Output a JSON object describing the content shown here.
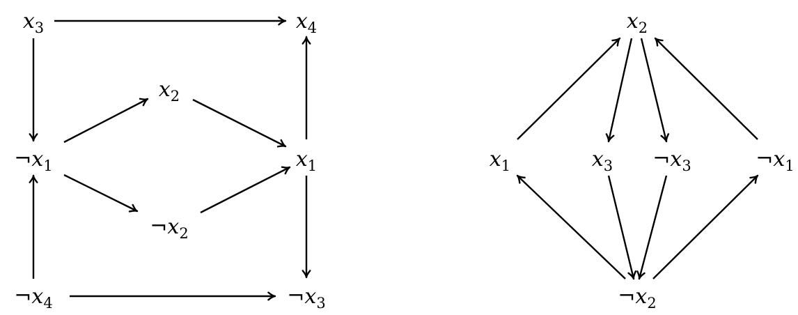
{
  "graphs": [
    {
      "nodes": [
        {
          "id": "x3",
          "negated": false,
          "variable": "x",
          "subscript": "3"
        },
        {
          "id": "x4",
          "negated": false,
          "variable": "x",
          "subscript": "4"
        },
        {
          "id": "x2",
          "negated": false,
          "variable": "x",
          "subscript": "2"
        },
        {
          "id": "nx1",
          "negated": true,
          "variable": "x",
          "subscript": "1"
        },
        {
          "id": "x1",
          "negated": false,
          "variable": "x",
          "subscript": "1"
        },
        {
          "id": "nx2",
          "negated": true,
          "variable": "x",
          "subscript": "2"
        },
        {
          "id": "nx4",
          "negated": true,
          "variable": "x",
          "subscript": "4"
        },
        {
          "id": "nx3",
          "negated": true,
          "variable": "x",
          "subscript": "3"
        }
      ],
      "edges": [
        {
          "from": "x3",
          "to": "x4"
        },
        {
          "from": "x3",
          "to": "nx1"
        },
        {
          "from": "nx1",
          "to": "x2"
        },
        {
          "from": "nx1",
          "to": "nx2"
        },
        {
          "from": "x2",
          "to": "x1"
        },
        {
          "from": "nx2",
          "to": "x1"
        },
        {
          "from": "x1",
          "to": "x4"
        },
        {
          "from": "x1",
          "to": "nx3"
        },
        {
          "from": "nx4",
          "to": "nx1"
        },
        {
          "from": "nx4",
          "to": "nx3"
        }
      ]
    },
    {
      "nodes": [
        {
          "id": "x2",
          "negated": false,
          "variable": "x",
          "subscript": "2"
        },
        {
          "id": "x1",
          "negated": false,
          "variable": "x",
          "subscript": "1"
        },
        {
          "id": "x3",
          "negated": false,
          "variable": "x",
          "subscript": "3"
        },
        {
          "id": "nx3",
          "negated": true,
          "variable": "x",
          "subscript": "3"
        },
        {
          "id": "nx1",
          "negated": true,
          "variable": "x",
          "subscript": "1"
        },
        {
          "id": "nx2",
          "negated": true,
          "variable": "x",
          "subscript": "2"
        }
      ],
      "edges": [
        {
          "from": "x1",
          "to": "x2"
        },
        {
          "from": "nx1",
          "to": "x2"
        },
        {
          "from": "x2",
          "to": "x3"
        },
        {
          "from": "x2",
          "to": "nx3"
        },
        {
          "from": "x3",
          "to": "nx2"
        },
        {
          "from": "nx3",
          "to": "nx2"
        },
        {
          "from": "nx2",
          "to": "x1"
        },
        {
          "from": "nx2",
          "to": "nx1"
        }
      ]
    }
  ],
  "negation_symbol": "¬",
  "colors": {
    "stroke": "#000000",
    "background": "#ffffff"
  }
}
